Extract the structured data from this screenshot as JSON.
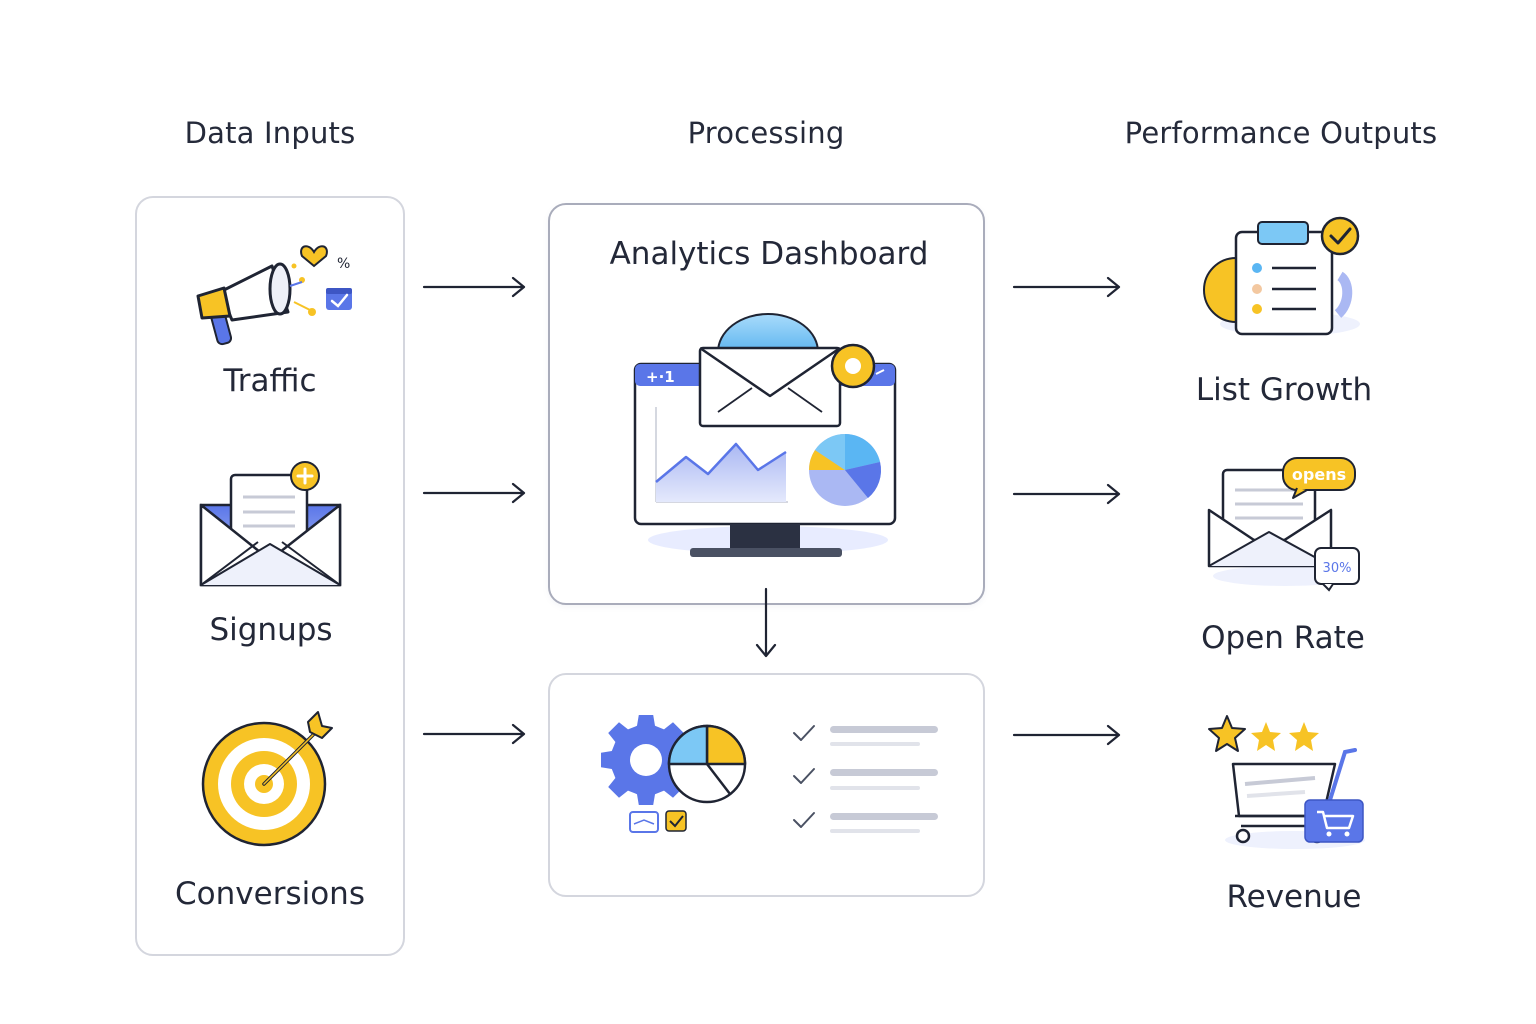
{
  "columns": {
    "inputs_title": "Data Inputs",
    "processing_title": "Processing",
    "outputs_title": "Performance Outputs"
  },
  "inputs": {
    "traffic": "Traffic",
    "signups": "Signups",
    "conversions": "Conversions"
  },
  "processing": {
    "dashboard_title": "Analytics Dashboard",
    "dashboard_badge": "+·1"
  },
  "outputs": {
    "list_growth": "List Growth",
    "open_rate": "Open Rate",
    "open_rate_bubble": "opens",
    "open_rate_tag": "30%",
    "revenue": "Revenue"
  },
  "icons": {
    "traffic": "megaphone-icon",
    "signups": "envelope-letter-icon",
    "conversions": "target-icon",
    "dashboard": "monitor-envelope-chart-icon",
    "report": "gear-pie-checklist-icon",
    "list_growth": "clipboard-check-icon",
    "open_rate": "open-envelope-icon",
    "revenue": "shopping-cart-stars-icon"
  },
  "colors": {
    "accent_yellow": "#f7c325",
    "accent_blue": "#5a76e8",
    "light_blue": "#7cc8f5",
    "ink": "#1f2433",
    "panel_border": "#d4d6de"
  }
}
